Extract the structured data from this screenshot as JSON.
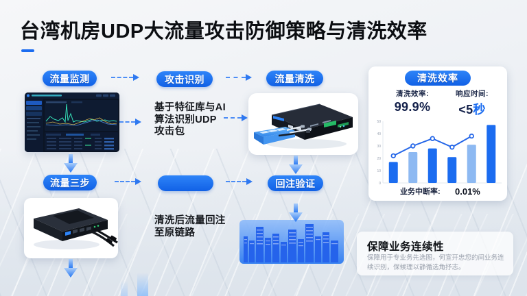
{
  "title": "台湾机房UDP大流量攻击防御策略与清洗效率",
  "flow": {
    "monitor_label": "流量监测",
    "identify_label": "攻击识别",
    "identify_desc": "基于特征库与AI\n算法识别UDP\n攻击包",
    "clean_label": "流量清洗",
    "divert_label": "流量三步",
    "reinject_label": "回注验证",
    "reinject_desc": "清洗后流量回注\n至原链路",
    "verify_label": "回注验证"
  },
  "panel": {
    "title": "清洗效率",
    "stat1_label": "清洗效率:",
    "stat1_value": "99.9%",
    "stat2_label": "响应时间:",
    "stat2_value": "<5",
    "stat2_unit": "秒",
    "footer_label": "业务中断率:",
    "footer_value": "0.01%"
  },
  "chart_data": {
    "type": "bar",
    "title": "清洗效率",
    "series": [
      {
        "name": "bars",
        "type": "bar",
        "values": [
          17,
          25,
          28,
          21,
          31,
          47
        ]
      },
      {
        "name": "trend",
        "type": "line",
        "values": [
          22,
          30,
          36,
          29,
          38
        ]
      }
    ],
    "y_ticks": [
      0,
      10,
      20,
      30,
      40,
      50
    ],
    "ylim": [
      0,
      50
    ],
    "grid": false,
    "legend_position": "none",
    "bar_colors": [
      "#1b6cf0",
      "#8db9f2",
      "#1b6cf0",
      "#1b6cf0",
      "#8db9f2",
      "#1b6cf0"
    ],
    "line_color": "#2466e8"
  },
  "note": {
    "title": "保障业务连续性",
    "body": "保障用于专业务先选图，何宣开忠您的间业务连续识别，保候理以静循选角抒志。"
  },
  "colors": {
    "accent_blue": "#1b6cf0",
    "pill_gradient_top": "#2e84f8",
    "pill_gradient_bottom": "#1161e6",
    "dark_value_text": "#13204a"
  }
}
